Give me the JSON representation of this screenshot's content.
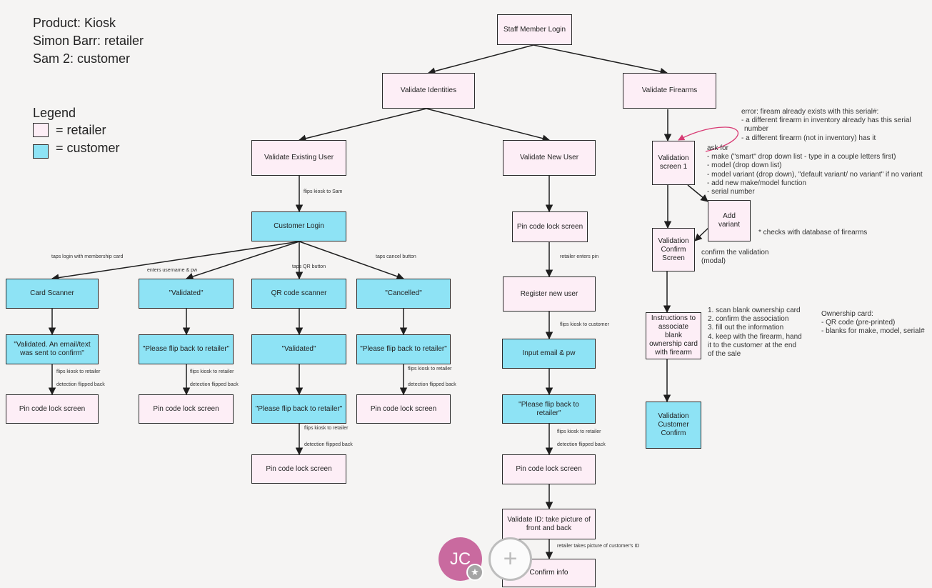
{
  "header": {
    "product": "Product: Kiosk",
    "retailer_persona": "Simon Barr: retailer",
    "customer_persona": "Sam 2: customer"
  },
  "legend": {
    "title": "Legend",
    "retailer": "= retailer",
    "customer": "= customer",
    "retailer_color": "#fdeef6",
    "customer_color": "#8ee3f5"
  },
  "nodes": {
    "staff_login": "Staff Member Login",
    "validate_identities": "Validate Identities",
    "validate_firearms": "Validate Firearms",
    "validate_existing_user": "Validate Existing User",
    "validate_new_user": "Validate New User",
    "customer_login": "Customer Login",
    "card_scanner": "Card Scanner",
    "validated_quoted": "\"Validated\"",
    "qr_scanner": "QR code scanner",
    "cancelled": "\"Cancelled\"",
    "validated_email": "\"Validated. An email/text was sent to confirm\"",
    "flip_back_1": "\"Please flip back to retailer\"",
    "validated_qr": "\"Validated\"",
    "flip_back_2": "\"Please flip back to retailer\"",
    "pin_1": "Pin code lock screen",
    "pin_2": "Pin code lock screen",
    "flip_back_3": "\"Please flip back to retailer\"",
    "pin_3": "Pin code lock screen",
    "pin_4": "Pin code lock screen",
    "pin_new": "Pin code lock screen",
    "register_new_user": "Register new user",
    "input_email": "Input email & pw",
    "flip_back_new": "\"Please flip back to retailer\"",
    "pin_new_2": "Pin code lock screen",
    "validate_id": "Validate ID: take picture of front and back",
    "confirm_info": "Confirm info",
    "validation_screen_1": "Validation screen 1",
    "add_variant": "Add variant",
    "validation_confirm": "Validation Confirm Screen",
    "instructions": "Instructions to associate blank ownership card with firearm",
    "validation_customer_confirm": "Validation Customer Confirm"
  },
  "edge_labels": {
    "flips_to_sam": "flips kiosk to Sam",
    "taps_login_card": "taps login with membership card",
    "enters_username": "enters username & pw",
    "taps_qr": "taps QR button",
    "taps_cancel": "taps cancel button",
    "flips_retailer_1": "flips kiosk to retailer",
    "detection_1": "detection flipped back",
    "flips_retailer_2": "flips kiosk to retailer",
    "detection_2": "detection flipped back",
    "flips_retailer_3": "flips kiosk to retailer",
    "detection_3": "detection flipped back",
    "flips_retailer_4": "flips kiosk to retailer",
    "detection_4": "detection flipped back",
    "retailer_enters_pin": "retailer enters pin",
    "flips_to_customer": "flips kiosk to customer",
    "flips_retailer_5": "flips kiosk to retailer",
    "detection_5": "detection flipped back",
    "retailer_takes_picture": "retailer takes picture of customer's ID"
  },
  "notes": {
    "error_lines": [
      "error: fiream already exists with this serial#:",
      "- a different firearm in inventory already has this serial",
      "number",
      "- a different firearm (not in inventory) has it"
    ],
    "ask_lines": [
      "ask for",
      "- make (\"smart\" drop down list - type in a couple letters first)",
      "- model (drop down list)",
      "- model variant (drop down), \"default variant/ no variant\" if no variant",
      "- add new make/model function",
      "- serial number"
    ],
    "checks_db": "* checks with database of firearms",
    "confirm_lines": [
      "confirm the validation",
      "(modal)"
    ],
    "steps_lines": [
      "1. scan blank ownership card",
      "2. confirm the association",
      "3. fill out the information",
      "4. keep with the firearm, hand",
      "it to the customer at the end",
      "of the sale"
    ],
    "ownership_lines": [
      "Ownership card:",
      "- QR code (pre-printed)",
      "- blanks for make, model, serial#"
    ]
  },
  "collaborators": {
    "initials": "JC",
    "add_icon": "plus-icon",
    "badge_icon": "star-icon"
  }
}
